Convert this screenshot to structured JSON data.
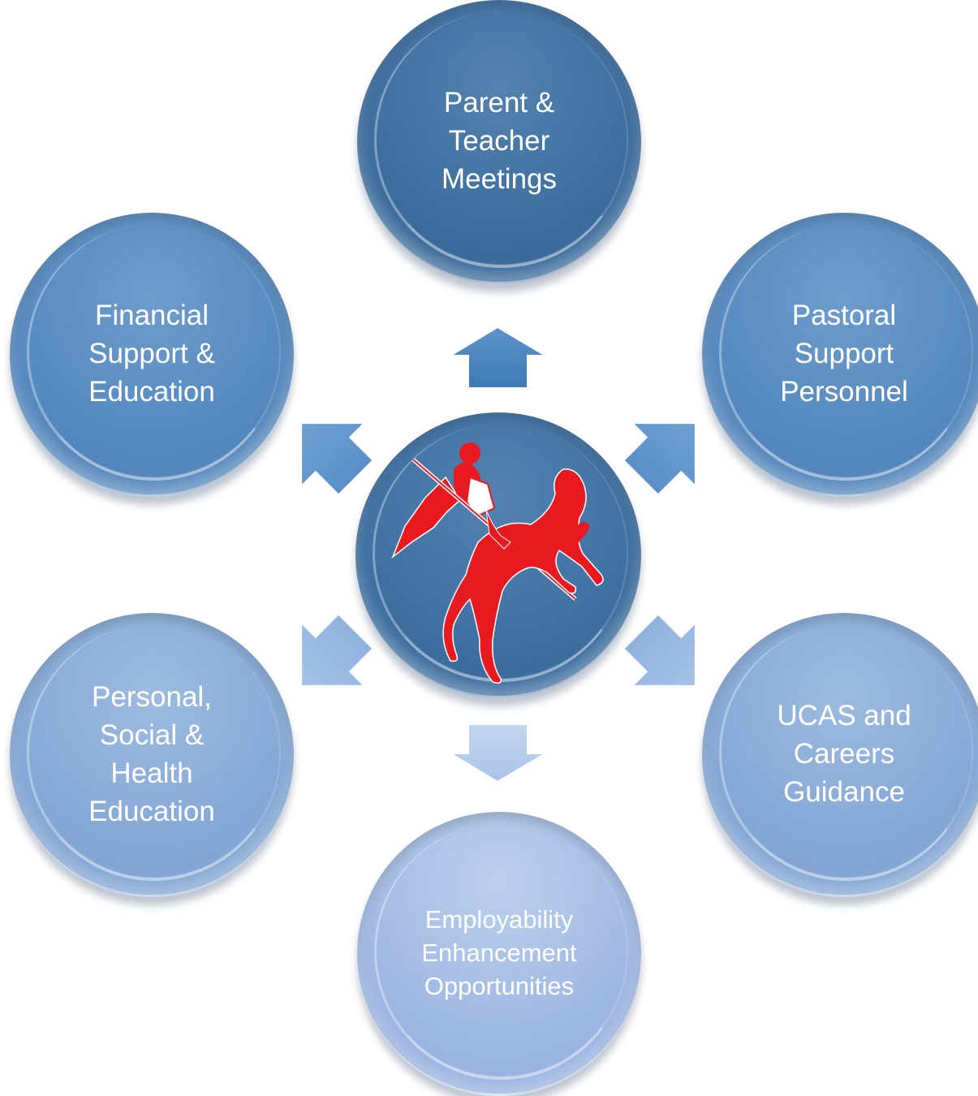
{
  "diagram": {
    "nodes": {
      "top": {
        "label": "Parent &\nTeacher\nMeetings"
      },
      "left_top": {
        "label": "Financial\nSupport &\nEducation"
      },
      "right_top": {
        "label": "Pastoral\nSupport\nPersonnel"
      },
      "left_bottom": {
        "label": "Personal,\nSocial &\nHealth\nEducation"
      },
      "right_bottom": {
        "label": "UCAS and\nCareers\nGuidance"
      },
      "bottom": {
        "label": "Employability\nEnhancement\nOpportunities"
      },
      "center": {
        "logo_icon": "horseman-logo-icon"
      }
    },
    "colors": {
      "dark_blue": "#3d6e9f",
      "mid_blue": "#5589bf",
      "light_blue": "#85a8d6",
      "pale_blue": "#9fb8e3",
      "logo_red": "#e8191f"
    }
  }
}
